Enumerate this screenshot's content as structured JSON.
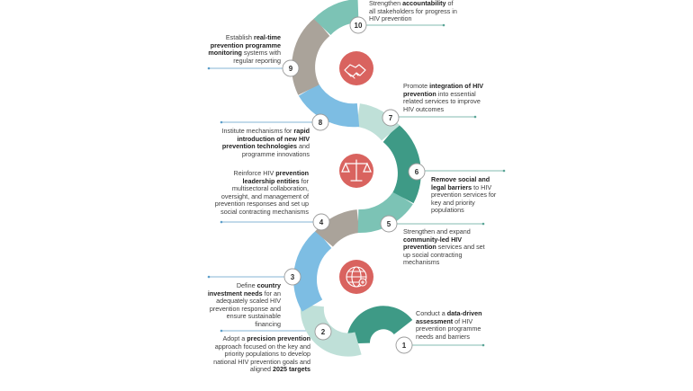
{
  "colors": {
    "teal_dark": "#3e9a86",
    "teal_mid": "#7cc3b5",
    "teal_light": "#bfe0d8",
    "grey": "#aaa39a",
    "blue": "#7dbde3",
    "icon_red": "#d9635f",
    "line_teal": "#5aa596",
    "line_blue": "#5c9ec9"
  },
  "steps": [
    {
      "number": "1",
      "parts": [
        {
          "t": "Conduct a "
        },
        {
          "t": "data-driven assessment",
          "b": true
        },
        {
          "t": " of HIV prevention programme needs and barriers"
        }
      ]
    },
    {
      "number": "2",
      "parts": [
        {
          "t": "Adopt a "
        },
        {
          "t": "precision prevention",
          "b": true
        },
        {
          "t": " approach focused on the key and priority populations to develop national HIV prevention goals and aligned "
        },
        {
          "t": "2025 targets",
          "b": true
        }
      ]
    },
    {
      "number": "3",
      "parts": [
        {
          "t": "Define "
        },
        {
          "t": "country investment needs",
          "b": true
        },
        {
          "t": " for an adequately scaled HIV prevention response and ensure sustainable financing"
        }
      ]
    },
    {
      "number": "4",
      "parts": [
        {
          "t": "Reinforce HIV "
        },
        {
          "t": "prevention leadership entities",
          "b": true
        },
        {
          "t": " for multisectoral collaboration, oversight, and management of prevention responses and set up social contracting mechanisms"
        }
      ]
    },
    {
      "number": "5",
      "parts": [
        {
          "t": "Strengthen and expand "
        },
        {
          "t": "community-led HIV prevention",
          "b": true
        },
        {
          "t": " services and set up social contracting mechanisms"
        }
      ]
    },
    {
      "number": "6",
      "parts": [
        {
          "t": "Remove social and legal barriers",
          "b": true
        },
        {
          "t": " to HIV prevention services for key and priority populations"
        }
      ]
    },
    {
      "number": "7",
      "parts": [
        {
          "t": "Promote "
        },
        {
          "t": "integration of HIV prevention",
          "b": true
        },
        {
          "t": " into essential related services to improve HIV outcomes"
        }
      ]
    },
    {
      "number": "8",
      "parts": [
        {
          "t": "Institute mechanisms for "
        },
        {
          "t": "rapid introduction of new HIV prevention technologies",
          "b": true
        },
        {
          "t": " and programme innovations"
        }
      ]
    },
    {
      "number": "9",
      "parts": [
        {
          "t": "Establish "
        },
        {
          "t": "real-time prevention programme monitoring",
          "b": true
        },
        {
          "t": " systems with regular reporting"
        }
      ]
    },
    {
      "number": "10",
      "parts": [
        {
          "t": "Strengthen "
        },
        {
          "t": "accountability",
          "b": true
        },
        {
          "t": " of all stakeholders for progress in HIV prevention"
        }
      ]
    }
  ],
  "icons": [
    "handshake-icon",
    "scales-of-justice-icon",
    "globe-medical-icon"
  ]
}
